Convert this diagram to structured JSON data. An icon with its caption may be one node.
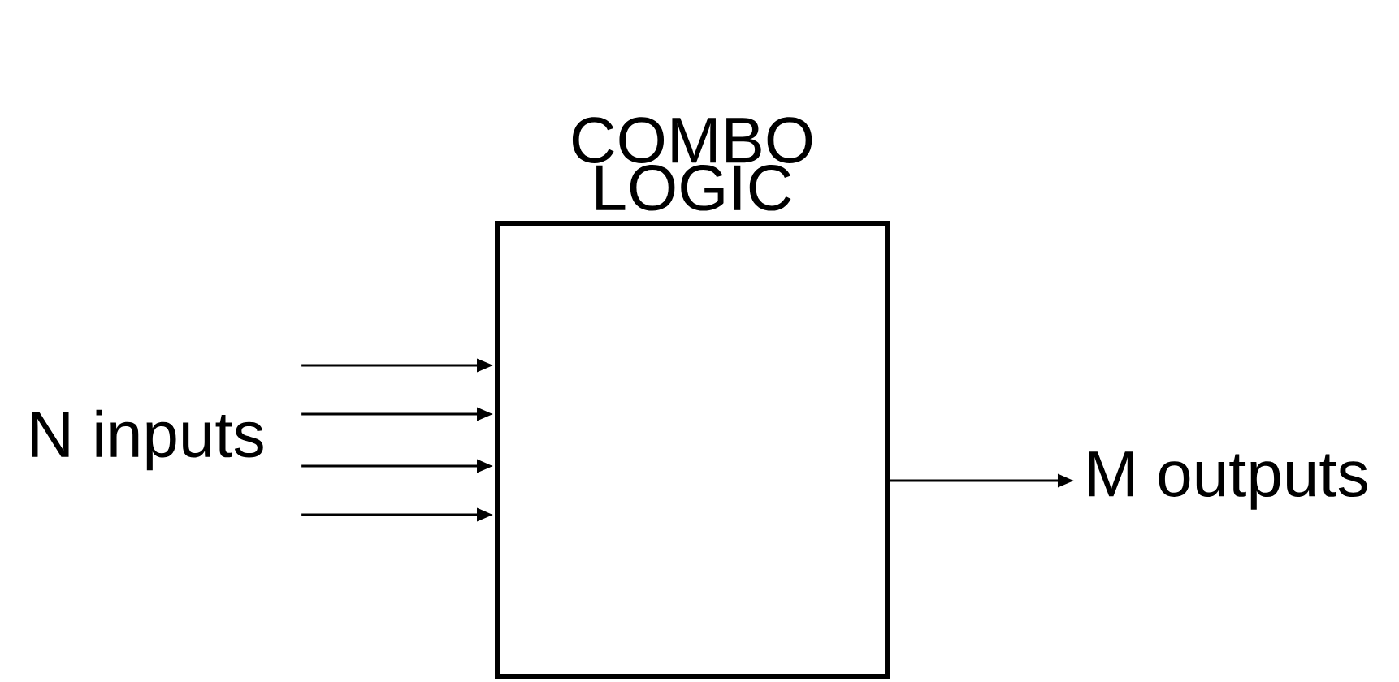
{
  "diagram": {
    "nodes": [
      {
        "text": [
          "COMBO LOGIC"
        ]
      },
      {
        "text": [
          "N inputs"
        ]
      },
      {
        "text": [
          "M outputs"
        ]
      }
    ],
    "edges": [
      {
        "from": 1,
        "to": 0,
        "arrow": "to"
      },
      {
        "from": 1,
        "to": 0,
        "arrow": "to"
      },
      {
        "from": 1,
        "to": 0,
        "arrow": "to"
      },
      {
        "from": 1,
        "to": 0,
        "arrow": "to"
      },
      {
        "from": 0,
        "to": 2,
        "arrow": "to"
      }
    ]
  }
}
